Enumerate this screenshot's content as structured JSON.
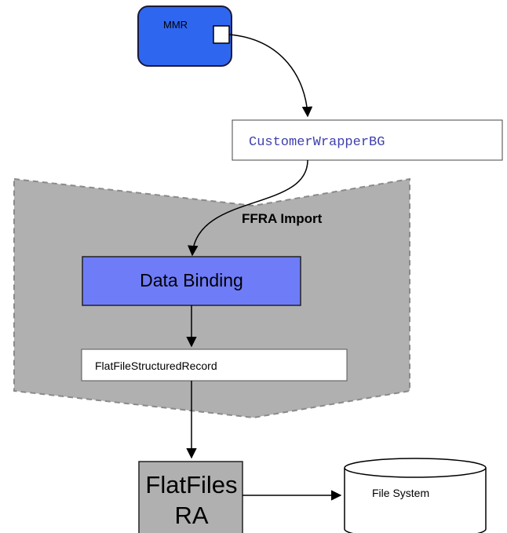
{
  "nodes": {
    "mmr": {
      "label": "MMR",
      "fill": "#2f66f0"
    },
    "customer_wrapper": {
      "label": "CustomerWrapperBG",
      "text_color": "#4040b0"
    },
    "ffra_import": {
      "label": "FFRA Import",
      "fill": "#b0b0b0"
    },
    "data_binding": {
      "label": "Data Binding",
      "fill": "#6f7cf7"
    },
    "flat_file_record": {
      "label": "FlatFileStructuredRecord"
    },
    "flatfiles_ra": {
      "line1": "FlatFiles",
      "line2": "RA",
      "fill": "#b0b0b0"
    },
    "file_system": {
      "label": "File System"
    }
  }
}
